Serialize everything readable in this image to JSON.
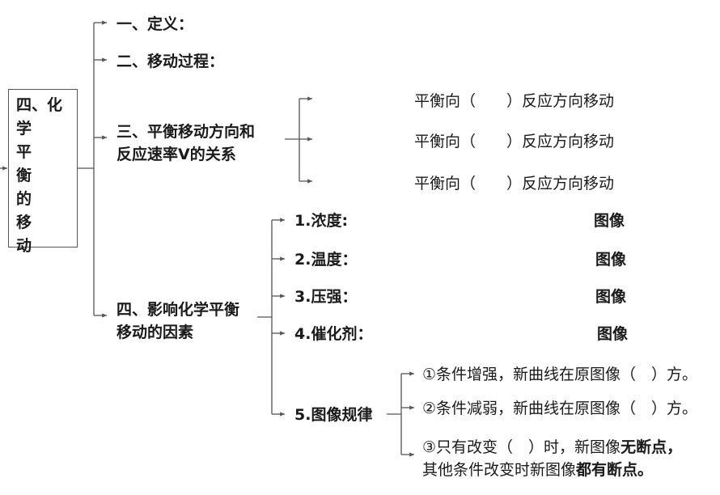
{
  "root": {
    "title": "四、化\n学\n平\n衡\n的\n移\n动"
  },
  "branches": {
    "definition": "一、定义：",
    "process": "二、移动过程：",
    "relation_line1": "三、平衡移动方向和",
    "relation_line2": "反应速率V的关系",
    "factors_line1": "四、影响化学平衡",
    "factors_line2": "移动的因素"
  },
  "relation_items": [
    "平衡向（　　）反应方向移动",
    "平衡向（　　）反应方向移动",
    "平衡向（　　）反应方向移动"
  ],
  "factors": [
    {
      "label": "1.浓度:",
      "image": "图像"
    },
    {
      "label": "2.温度：",
      "image": "图像"
    },
    {
      "label": "3.压强：",
      "image": "图像"
    },
    {
      "label": "4.催化剂：",
      "image": "图像"
    },
    {
      "label": "5.图像规律"
    }
  ],
  "rules": {
    "r1_num": "①",
    "r1_text": "条件增强，新曲线在原图像（　）方。",
    "r2_num": "②",
    "r2_text": "条件减弱，新曲线在原图像（　）方。",
    "r3_num": "③",
    "r3_text_plain": "只有改变（　）时，新图像",
    "r3_text_bold": "无断点",
    "r3_text_end": "，",
    "r3_line2_plain": "其他条件改变时新图像",
    "r3_line2_bold": "都有断点",
    "r3_line2_end": "。"
  }
}
